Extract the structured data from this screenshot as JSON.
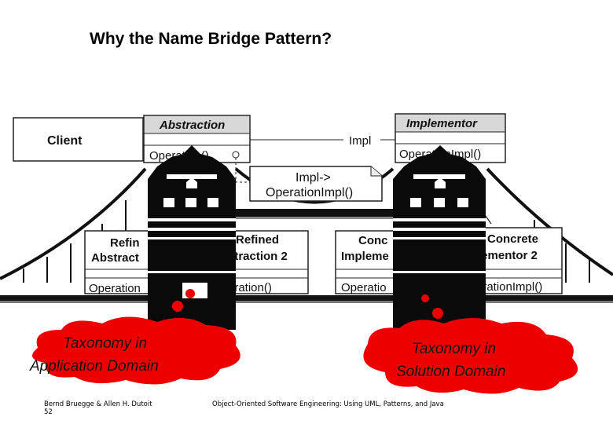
{
  "slide": {
    "title": "Why the Name Bridge Pattern?",
    "footer_authors": "Bernd Bruegge & Allen H. Dutoit",
    "footer_page": "52",
    "footer_book": "Object-Oriented Software Engineering: Using UML, Patterns, and Java"
  },
  "diagram": {
    "client": "Client",
    "abstraction": {
      "name": "Abstraction",
      "operation": "Operation()"
    },
    "impl_label": "Impl",
    "implementor": {
      "name": "Implementor",
      "operation": "OperationImpl()"
    },
    "note": {
      "line1": "Impl->",
      "line2": "OperationImpl()"
    },
    "refined1": {
      "line1": "Refin",
      "line2": "Abstract",
      "operation": "Operation"
    },
    "refined2": {
      "line1": "Refined",
      "line2": "straction 2",
      "operation": "eration()"
    },
    "concrete1": {
      "line1": "Conc",
      "line2": "Impleme",
      "operation": "Operatio"
    },
    "concrete2": {
      "line1": "Concrete",
      "line2": "lementor 2",
      "operation": "erationImpl()"
    }
  },
  "clouds": {
    "application": {
      "line1": "Taxonomy in",
      "line2": "Application  Domain"
    },
    "solution": {
      "line1": "Taxonomy in",
      "line2": "Solution Domain"
    }
  },
  "colors": {
    "cloud": "#ee0000",
    "tower": "#0a0a0a",
    "uml_header": "#d7d7d7"
  }
}
